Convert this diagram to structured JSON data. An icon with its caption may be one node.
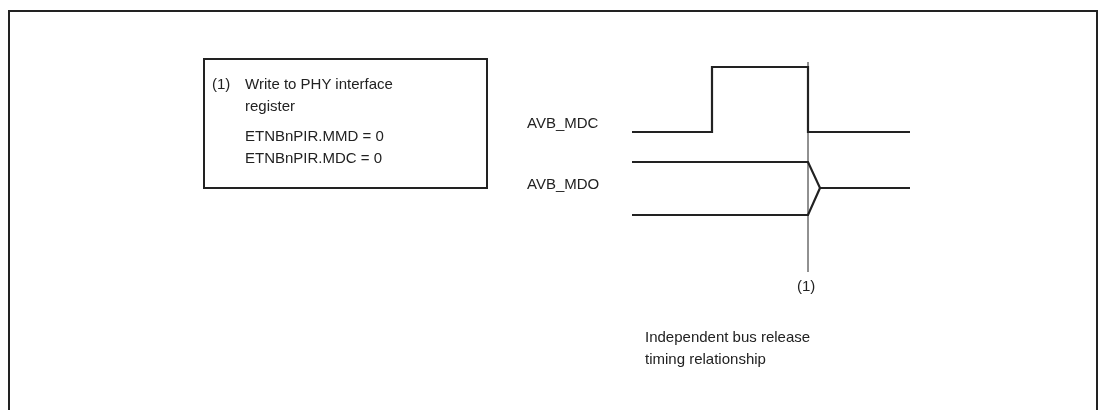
{
  "diagram": {
    "nodes": [
      {
        "text": [
          "(1)",
          "Write to PHY interface register",
          "ETNBnPIR.MMD = 0 ETNBnPIR.MDC = 0"
        ]
      }
    ],
    "labels": [
      "AVB_MDC",
      "AVB_MDO",
      "(1)",
      "Independent bus release timing relationship"
    ]
  }
}
